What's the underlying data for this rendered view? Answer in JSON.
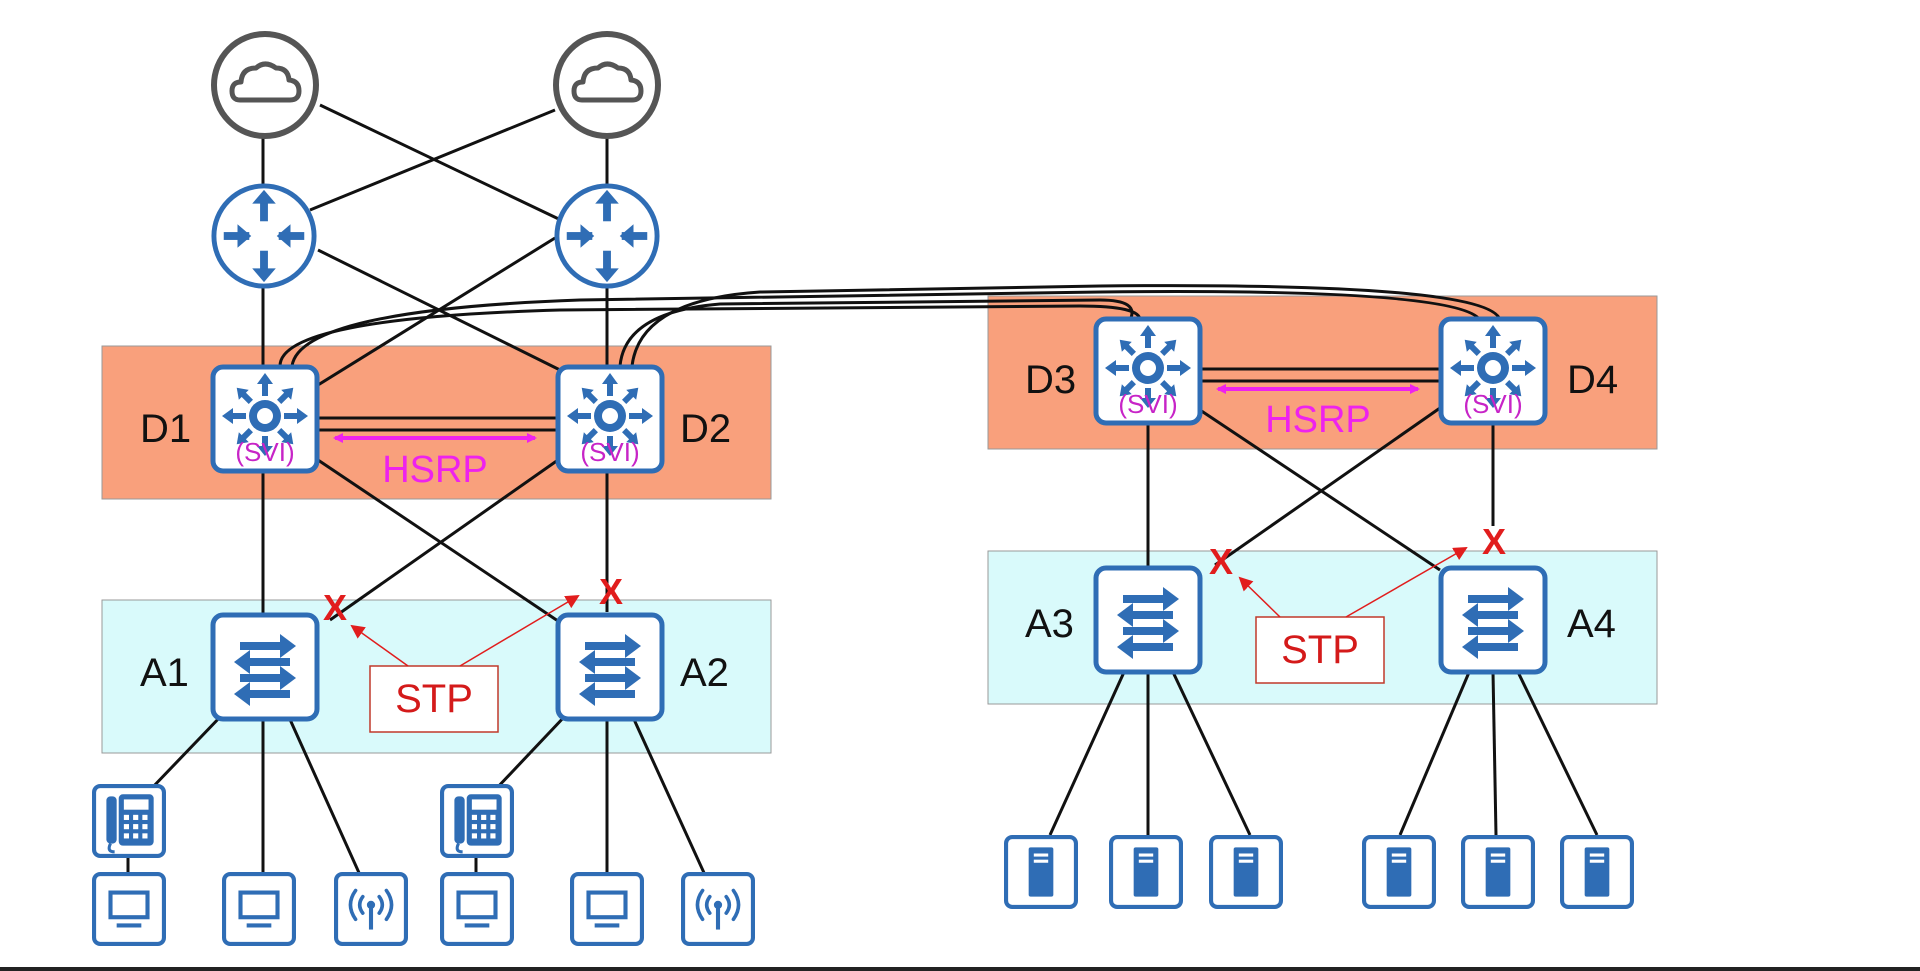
{
  "zones": {
    "distribution_label_color": "#f9a07c",
    "access_label_color": "#d9fafb"
  },
  "devices": {
    "d1": "D1",
    "d2": "D2",
    "d3": "D3",
    "d4": "D4",
    "a1": "A1",
    "a2": "A2",
    "a3": "A3",
    "a4": "A4",
    "svi": "(SVI)"
  },
  "labels": {
    "hsrp": "HSRP",
    "stp": "STP",
    "blocked": "X"
  },
  "icons": {
    "cloud": "cloud-icon",
    "router": "router-icon",
    "l3switch": "multilayer-switch-icon",
    "l2switch": "switch-icon",
    "phone": "ip-phone-icon",
    "pc": "pc-icon",
    "ap": "wireless-ap-icon",
    "server": "server-icon"
  },
  "colors": {
    "device_blue": "#2f6db5",
    "hsrp_magenta": "#ee22ee",
    "stp_red": "#e11d1d",
    "svi_magenta": "#c724c7"
  }
}
